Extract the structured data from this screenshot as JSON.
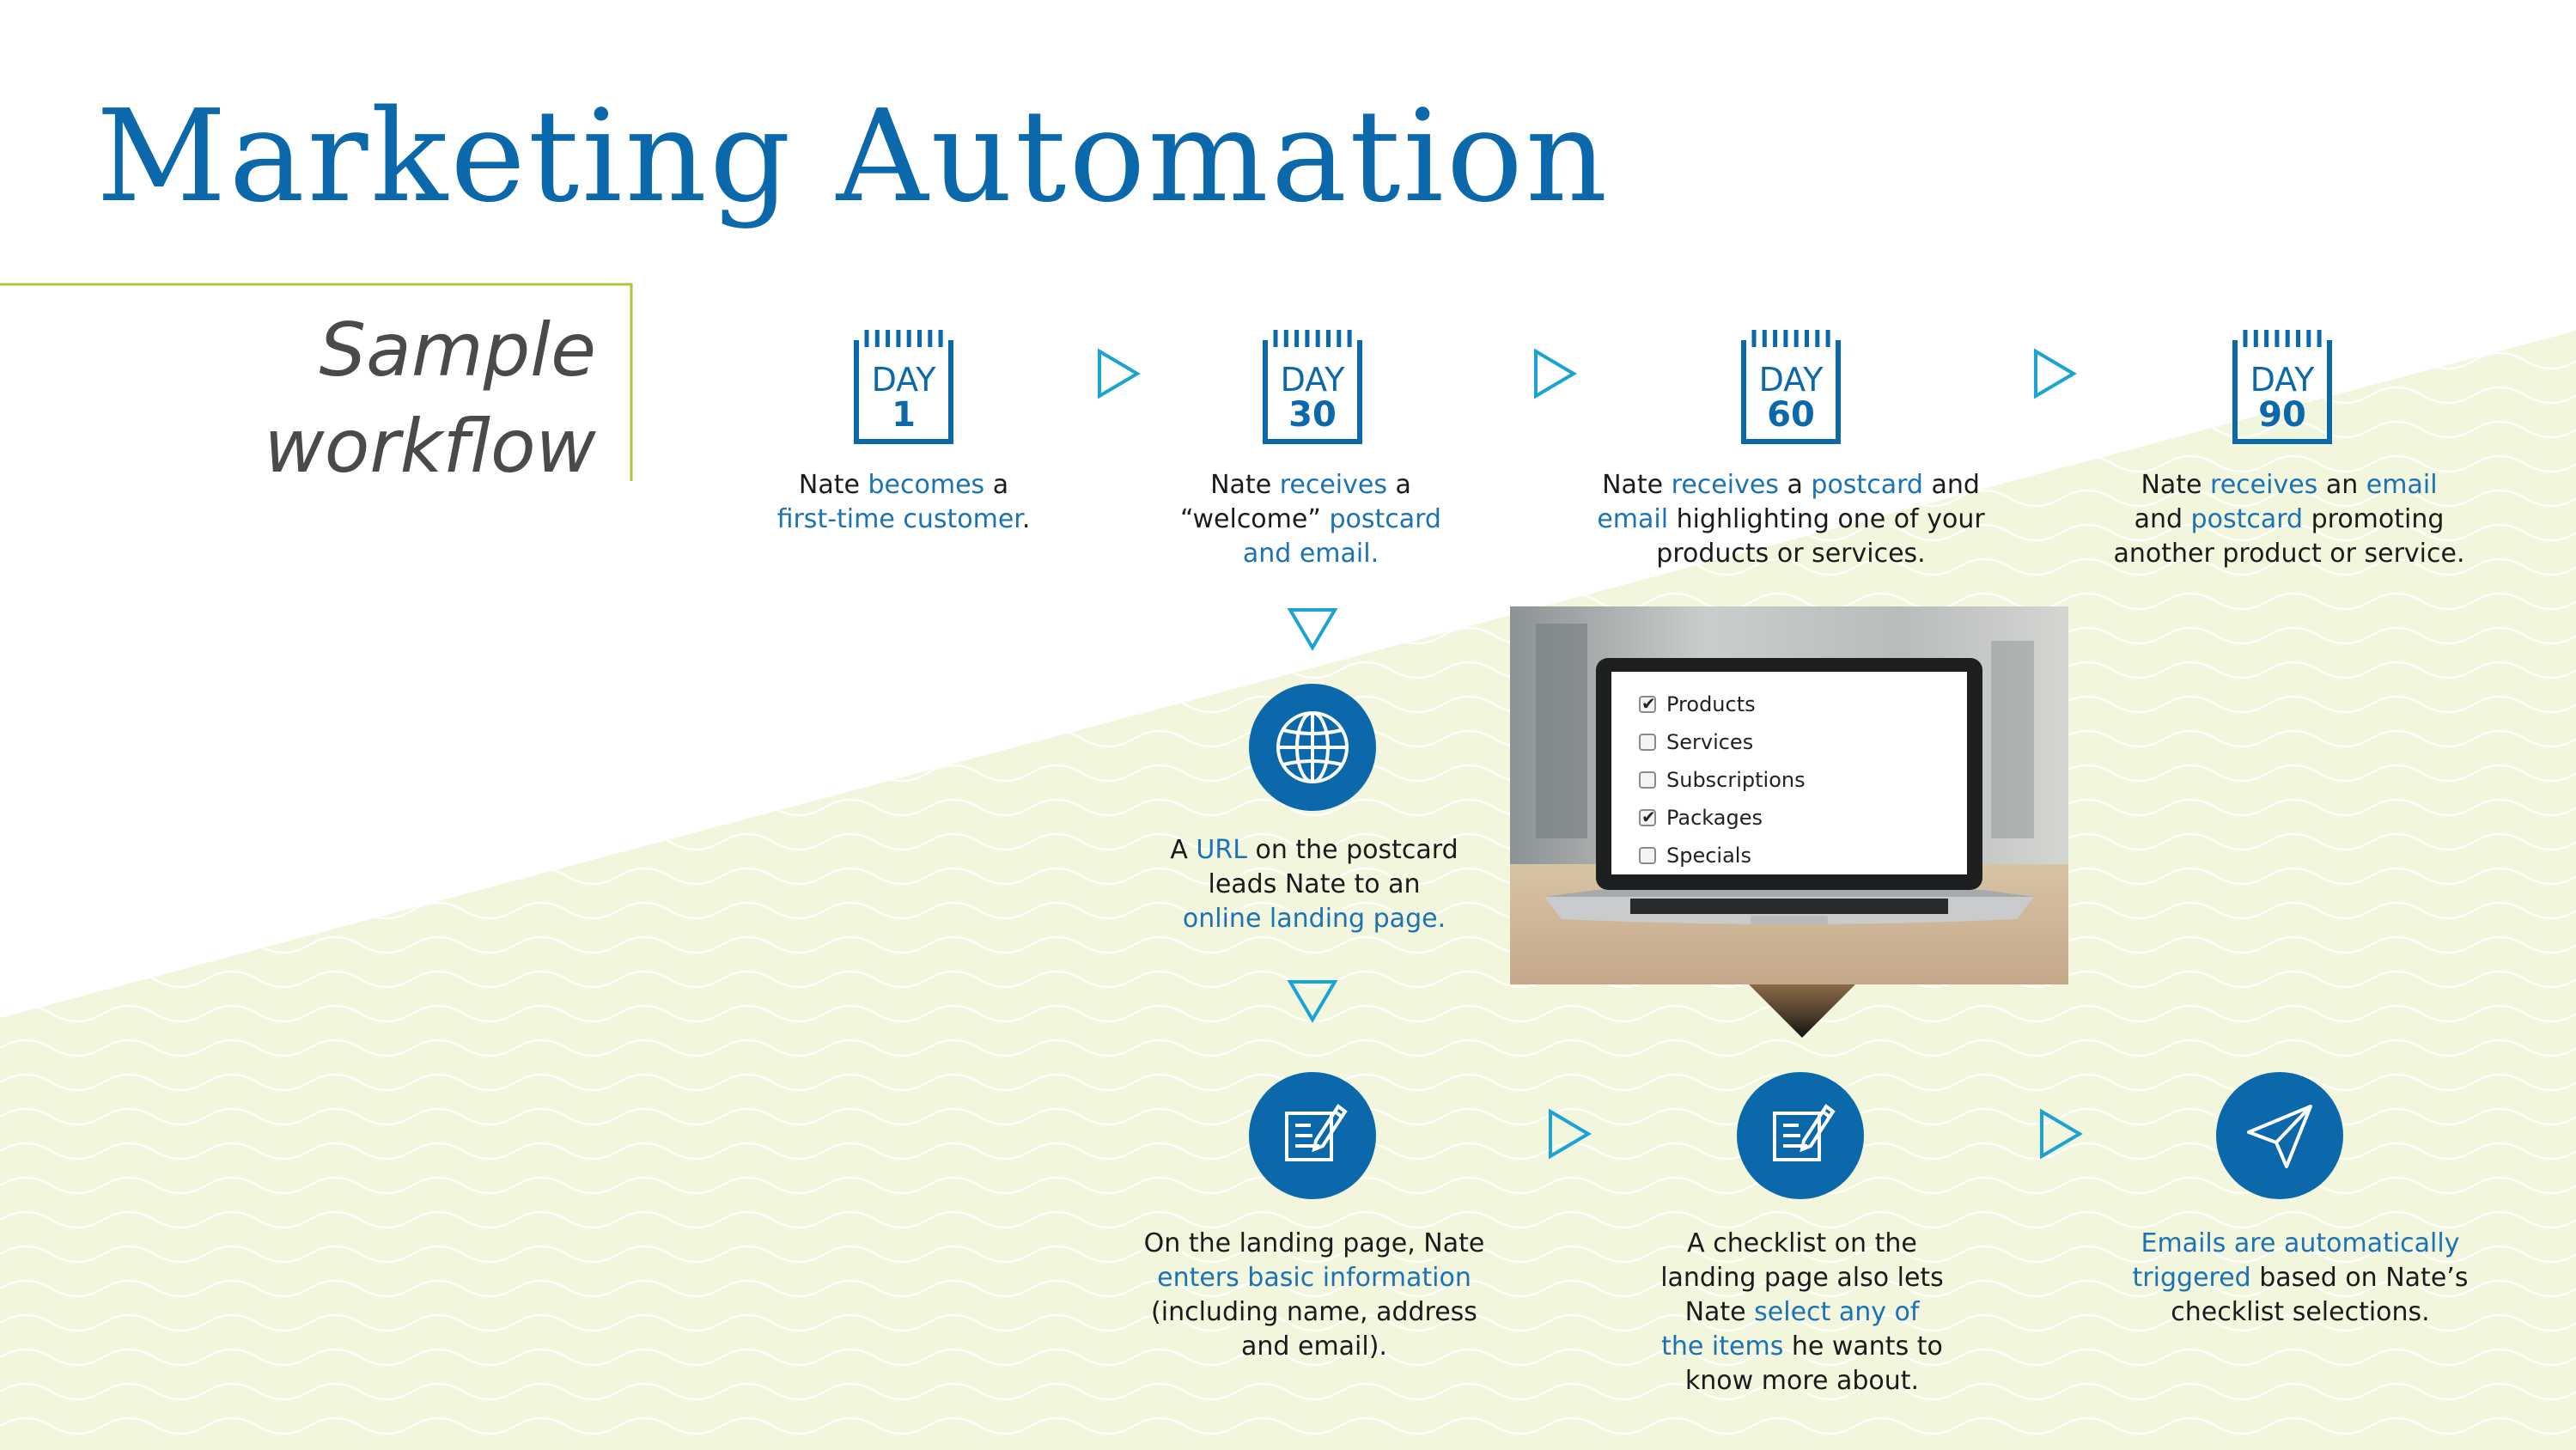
{
  "title": "Marketing Automation",
  "subtitle": {
    "line1": "Sample",
    "line2": "workflow"
  },
  "colors": {
    "primary": "#0b68ab",
    "highlight": "#1b72b4",
    "arrow": "#1aa3d4",
    "band": "#f2f6dc",
    "accent_line": "#a9c93b"
  },
  "steps": [
    {
      "day_label": "DAY",
      "day_num": "1",
      "text": [
        {
          "t": "Nate "
        },
        {
          "t": "becomes",
          "h": true
        },
        {
          "t": " a"
        },
        {
          "br": true
        },
        {
          "t": "first-time customer",
          "h": true
        },
        {
          "t": "."
        }
      ]
    },
    {
      "day_label": "DAY",
      "day_num": "30",
      "text": [
        {
          "t": "Nate "
        },
        {
          "t": "receives",
          "h": true
        },
        {
          "t": " a"
        },
        {
          "br": true
        },
        {
          "t": "“welcome” "
        },
        {
          "t": "postcard",
          "h": true
        },
        {
          "br": true
        },
        {
          "t": "and email.",
          "h": true
        }
      ]
    },
    {
      "day_label": "DAY",
      "day_num": "60",
      "text": [
        {
          "t": "Nate "
        },
        {
          "t": "receives",
          "h": true
        },
        {
          "t": " a "
        },
        {
          "t": "postcard",
          "h": true
        },
        {
          "t": " and"
        },
        {
          "br": true
        },
        {
          "t": "email",
          "h": true
        },
        {
          "t": " highlighting one of your"
        },
        {
          "br": true
        },
        {
          "t": "products or services."
        }
      ]
    },
    {
      "day_label": "DAY",
      "day_num": "90",
      "text": [
        {
          "t": "Nate "
        },
        {
          "t": "receives",
          "h": true
        },
        {
          "t": " an "
        },
        {
          "t": "email",
          "h": true
        },
        {
          "br": true
        },
        {
          "t": "and "
        },
        {
          "t": "postcard",
          "h": true
        },
        {
          "t": " promoting"
        },
        {
          "br": true
        },
        {
          "t": "another product or service."
        }
      ]
    }
  ],
  "landing": {
    "icon": "globe-icon",
    "text": [
      {
        "t": "A "
      },
      {
        "t": "URL",
        "h": true
      },
      {
        "t": " on the postcard"
      },
      {
        "br": true
      },
      {
        "t": "leads Nate to an"
      },
      {
        "br": true
      },
      {
        "t": "online landing page.",
        "h": true
      }
    ]
  },
  "bottom": [
    {
      "icon": "edit-form-icon",
      "text": [
        {
          "t": "On the landing page, Nate"
        },
        {
          "br": true
        },
        {
          "t": "enters basic information",
          "h": true
        },
        {
          "br": true
        },
        {
          "t": "(including name, address"
        },
        {
          "br": true
        },
        {
          "t": "and email)."
        }
      ]
    },
    {
      "icon": "edit-form-icon",
      "text": [
        {
          "t": "A checklist on the"
        },
        {
          "br": true
        },
        {
          "t": "landing page also lets"
        },
        {
          "br": true
        },
        {
          "t": "Nate "
        },
        {
          "t": "select any of",
          "h": true
        },
        {
          "br": true
        },
        {
          "t": "the items",
          "h": true
        },
        {
          "t": " he wants to"
        },
        {
          "br": true
        },
        {
          "t": "know more about."
        }
      ]
    },
    {
      "icon": "paper-plane-icon",
      "text": [
        {
          "t": "Emails are automatically",
          "h": true
        },
        {
          "br": true
        },
        {
          "t": "triggered",
          "h": true
        },
        {
          "t": " based on Nate’s"
        },
        {
          "br": true
        },
        {
          "t": "checklist selections."
        }
      ]
    }
  ],
  "checklist": [
    {
      "label": "Products",
      "checked": true
    },
    {
      "label": "Services",
      "checked": false
    },
    {
      "label": "Subscriptions",
      "checked": false
    },
    {
      "label": "Packages",
      "checked": true
    },
    {
      "label": "Specials",
      "checked": false
    }
  ]
}
